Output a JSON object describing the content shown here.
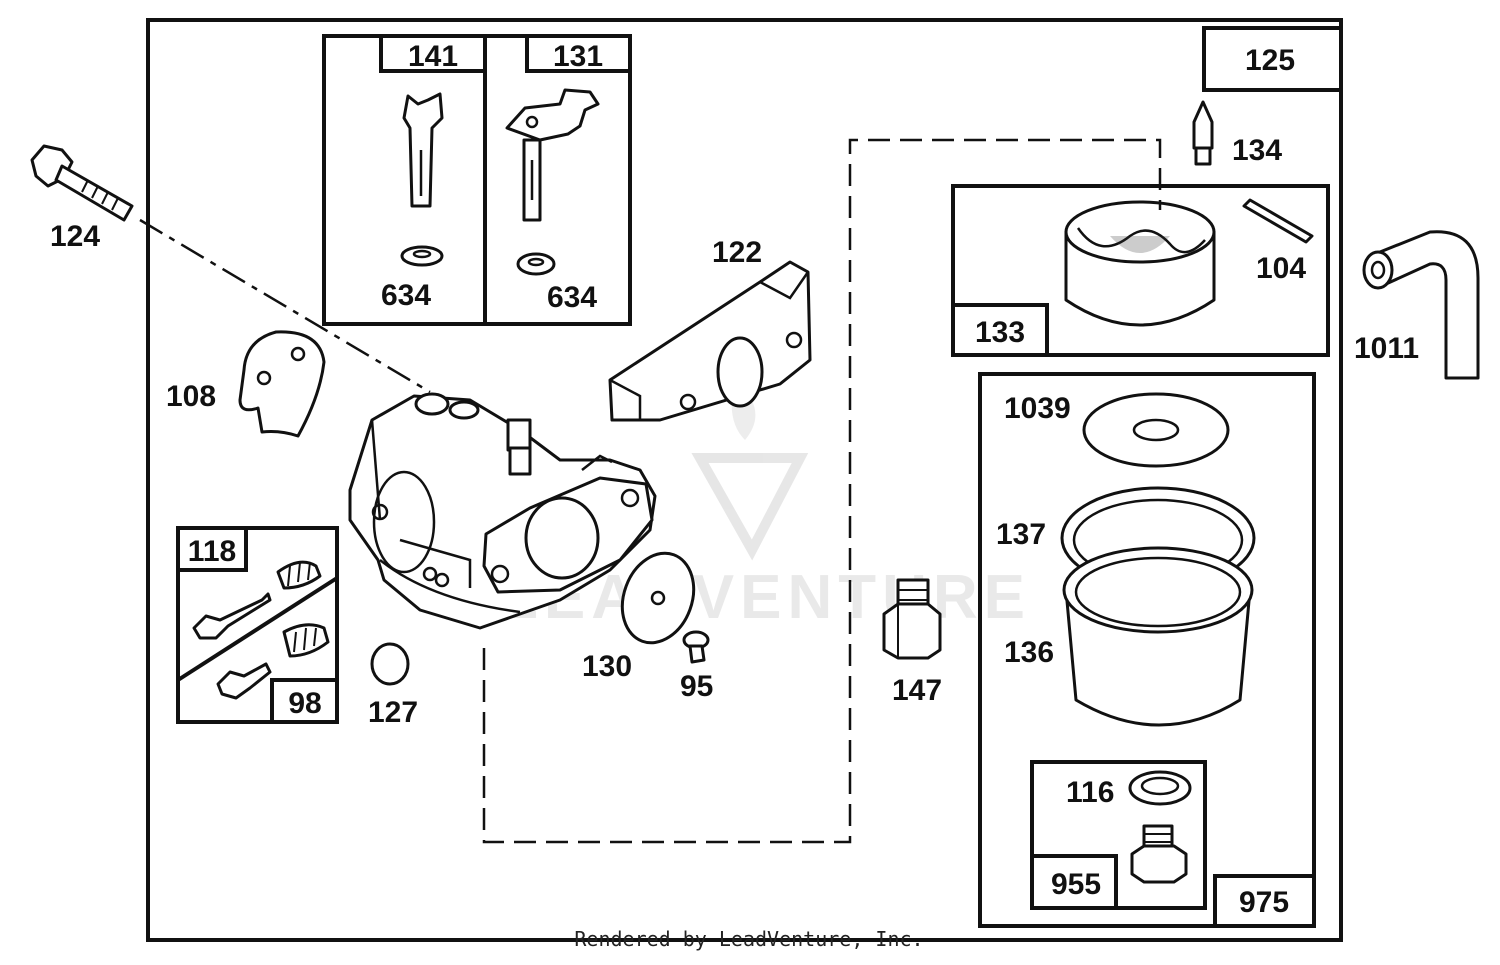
{
  "diagram": {
    "labels": {
      "p124": "124",
      "p108": "108",
      "p634a": "634",
      "p634b": "634",
      "p122": "122",
      "p134": "134",
      "p104": "104",
      "p1011": "1011",
      "p1039": "1039",
      "p137": "137",
      "p136": "136",
      "p116": "116",
      "p130": "130",
      "p95": "95",
      "p147": "147",
      "p127": "127"
    },
    "boxes": {
      "b141": "141",
      "b131": "131",
      "b125": "125",
      "b133": "133",
      "b118": "118",
      "b98": "98",
      "b955": "955",
      "b975": "975"
    },
    "watermark": "LEADVENTURE",
    "footer": "Rendered by LeadVenture, Inc."
  }
}
